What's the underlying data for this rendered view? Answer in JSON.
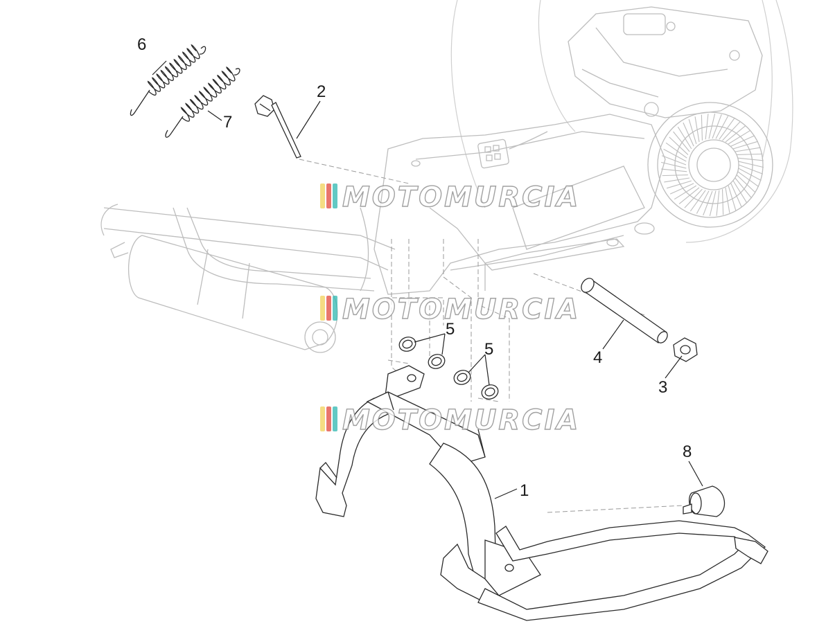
{
  "callouts": {
    "c1": "1",
    "c2": "2",
    "c3": "3",
    "c4": "4",
    "c5a": "5",
    "c5b": "5",
    "c6": "6",
    "c7": "7",
    "c8": "8"
  },
  "watermark": {
    "text": "MOTOMURCIA",
    "colors": [
      "#f2d15a",
      "#e2483b",
      "#2fb7b0"
    ]
  }
}
